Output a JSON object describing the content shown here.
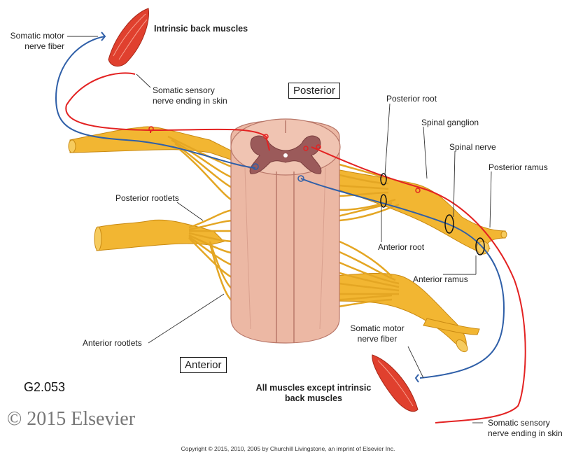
{
  "labels": {
    "somatic_motor_top": [
      "Somatic motor",
      "nerve fiber"
    ],
    "intrinsic_back_muscles": "Intrinsic back muscles",
    "somatic_sensory_top": [
      "Somatic sensory",
      "nerve ending in skin"
    ],
    "posterior": "Posterior",
    "posterior_root": "Posterior root",
    "spinal_ganglion": "Spinal ganglion",
    "spinal_nerve": "Spinal nerve",
    "posterior_ramus": "Posterior ramus",
    "posterior_rootlets": "Posterior rootlets",
    "anterior_root": "Anterior root",
    "anterior_ramus": "Anterior ramus",
    "somatic_motor_bottom": [
      "Somatic motor",
      "nerve fiber"
    ],
    "anterior_rootlets": "Anterior rootlets",
    "anterior": "Anterior",
    "all_muscles": [
      "All muscles except intrinsic",
      "back muscles"
    ],
    "somatic_sensory_bottom": [
      "Somatic sensory",
      "nerve ending in skin"
    ]
  },
  "figure_code": "G2.053",
  "copyright_big": "© 2015 Elsevier",
  "copyright_small": "Copyright © 2015, 2010, 2005 by Churchill Livingstone, an imprint of Elsevier Inc.",
  "colors": {
    "nerve": "#f2b632",
    "nerve_dark": "#c98a12",
    "cord": "#ecb8a4",
    "cord_dark": "#b9786a",
    "grey_matter": "#9b5a5a",
    "motor_fiber": "#2f5fa8",
    "sensory_fiber": "#e32222",
    "muscle": "#e0402e"
  }
}
